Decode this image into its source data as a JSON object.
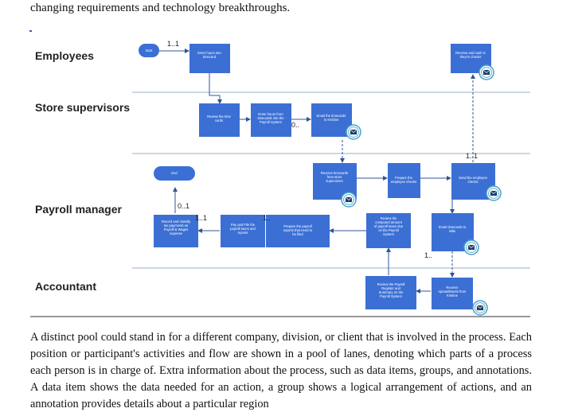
{
  "intro_text": "changing requirements and technology breakthroughs.",
  "paragraph": "A distinct pool could stand in for a different company, division, or client that is involved in the process. Each position or participant's activities and flow are shown in a pool of lanes, denoting which parts of a process each person is in charge of. Extra information about the process, such as data items, groups, and annotations. A data item shows the data needed for an action, a group shows a logical arrangement of actions, and an annotation provides details about a particular region",
  "lanes": {
    "employees": "Employees",
    "store_supervisors": "Store supervisors",
    "payroll_manager": "Payroll manager",
    "accountant": "Accountant"
  },
  "events": {
    "start": "Start",
    "end": "End"
  },
  "tasks": {
    "enter_hours": [
      "Enter hours into",
      "timecard"
    ],
    "receive_cash": [
      "Receive and cash in",
      "they're checks"
    ],
    "review_time_cards": [
      "Review the time",
      "cards"
    ],
    "enter_hours_payroll": [
      "Enter hours from",
      "timecards into the",
      "Payroll System"
    ],
    "email_timecards": [
      "Email the timecards",
      "to Kristine"
    ],
    "receive_timecards": [
      "Receive timecards",
      "from store",
      "supervisors"
    ],
    "prepare_checks": [
      "Prepare the",
      "employee checks"
    ],
    "send_checks": [
      "Send the employee",
      "checks"
    ],
    "record_classify": [
      "Record and classify",
      "tax payments as",
      "Payroll & Wages",
      "expense"
    ],
    "pay_file": [
      "Pay and File the",
      "payroll taxes and",
      "reports"
    ],
    "prepare_reports": [
      "Prepare the payroll",
      "reports that need to",
      "be filed"
    ],
    "review_computed": [
      "Review the",
      "computed amount",
      "of payroll taxes due",
      "on the Payroll",
      "System"
    ],
    "email_timecards_mila": [
      "Email timecards to",
      "Mila"
    ],
    "review_register": [
      "Review the Payroll",
      "Register and",
      "Summary on the",
      "Payroll System"
    ],
    "receive_spreadsheets": [
      "Receive",
      "spreadsheets from",
      "Kristine"
    ]
  },
  "multiplicities": {
    "start_to_enter": "1..1",
    "email_timecards": "0..",
    "send_checks_top": "1..1",
    "end_arrow": "0..1",
    "record_classify": "1..1",
    "pay_file": "1..",
    "email_mila": "1.."
  }
}
